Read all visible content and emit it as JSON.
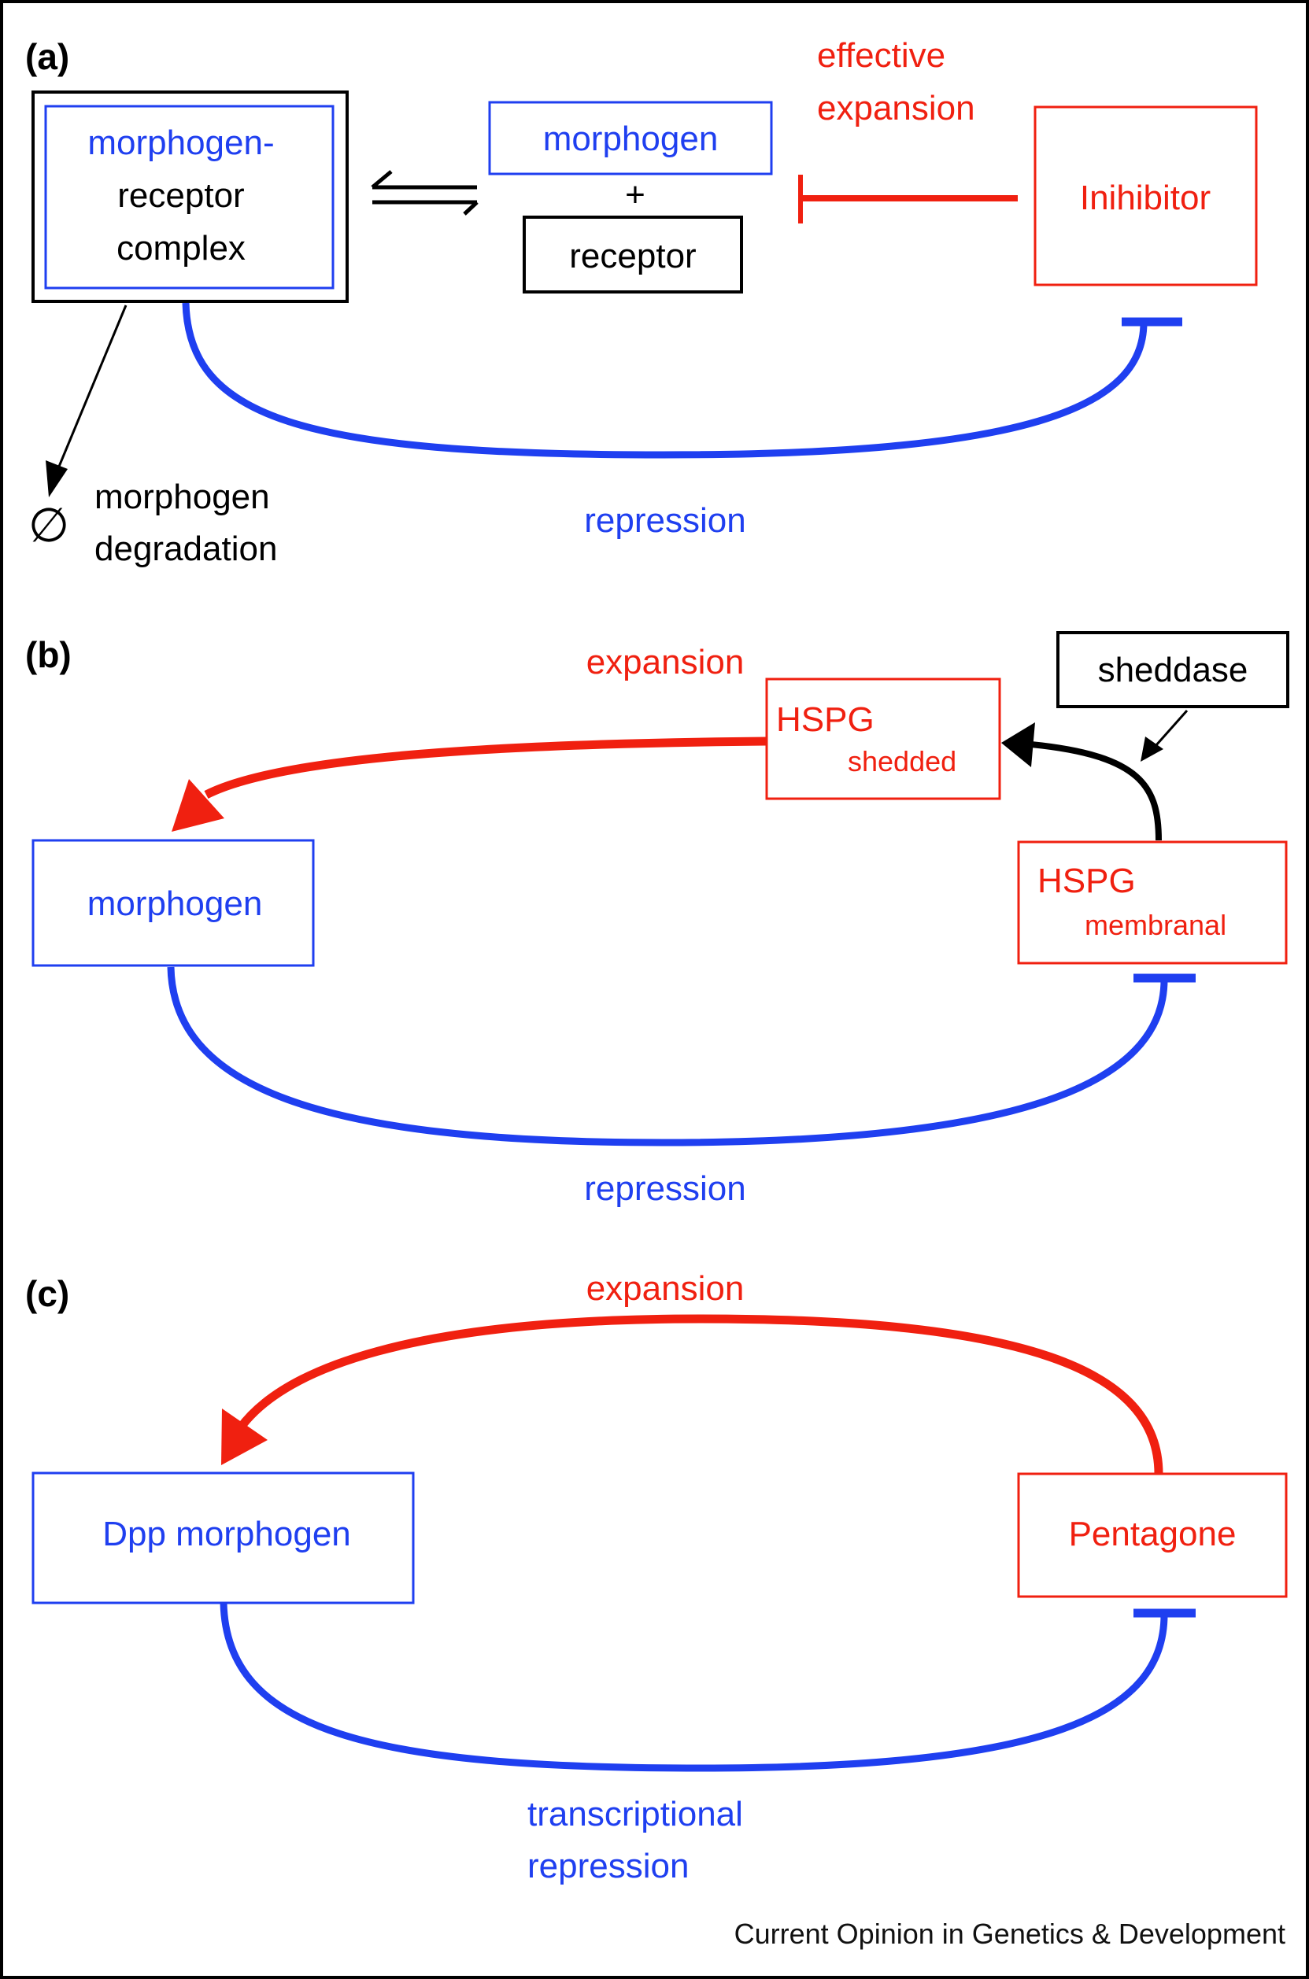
{
  "colors": {
    "blue": "#1f3ff0",
    "red": "#f02010",
    "black": "#000000"
  },
  "panel_a": {
    "label": "(a)",
    "complex_box": {
      "line1": "morphogen-",
      "line2": "receptor",
      "line3": "complex"
    },
    "equilibrium_icon": "reversible-reaction-arrows",
    "morphogen_box": "morphogen",
    "plus": "+",
    "receptor_box": "receptor",
    "inhibitor_box": "Inihibitor",
    "effective_expansion": {
      "line1": "effective",
      "line2": "expansion"
    },
    "repression_label": "repression",
    "degradation_symbol": "∅",
    "degradation_label": {
      "line1": "morphogen",
      "line2": "degradation"
    }
  },
  "panel_b": {
    "label": "(b)",
    "expansion_label": "expansion",
    "hspg_shedded_box": {
      "main": "HSPG",
      "sub": "shedded"
    },
    "sheddase_box": "sheddase",
    "hspg_membranal_box": {
      "main": "HSPG",
      "sub": "membranal"
    },
    "morphogen_box": "morphogen",
    "repression_label": "repression"
  },
  "panel_c": {
    "label": "(c)",
    "expansion_label": "expansion",
    "dpp_box": "Dpp morphogen",
    "pentagone_box": "Pentagone",
    "repression_label": {
      "line1": "transcriptional",
      "line2": "repression"
    }
  },
  "credit": "Current Opinion in Genetics & Development"
}
